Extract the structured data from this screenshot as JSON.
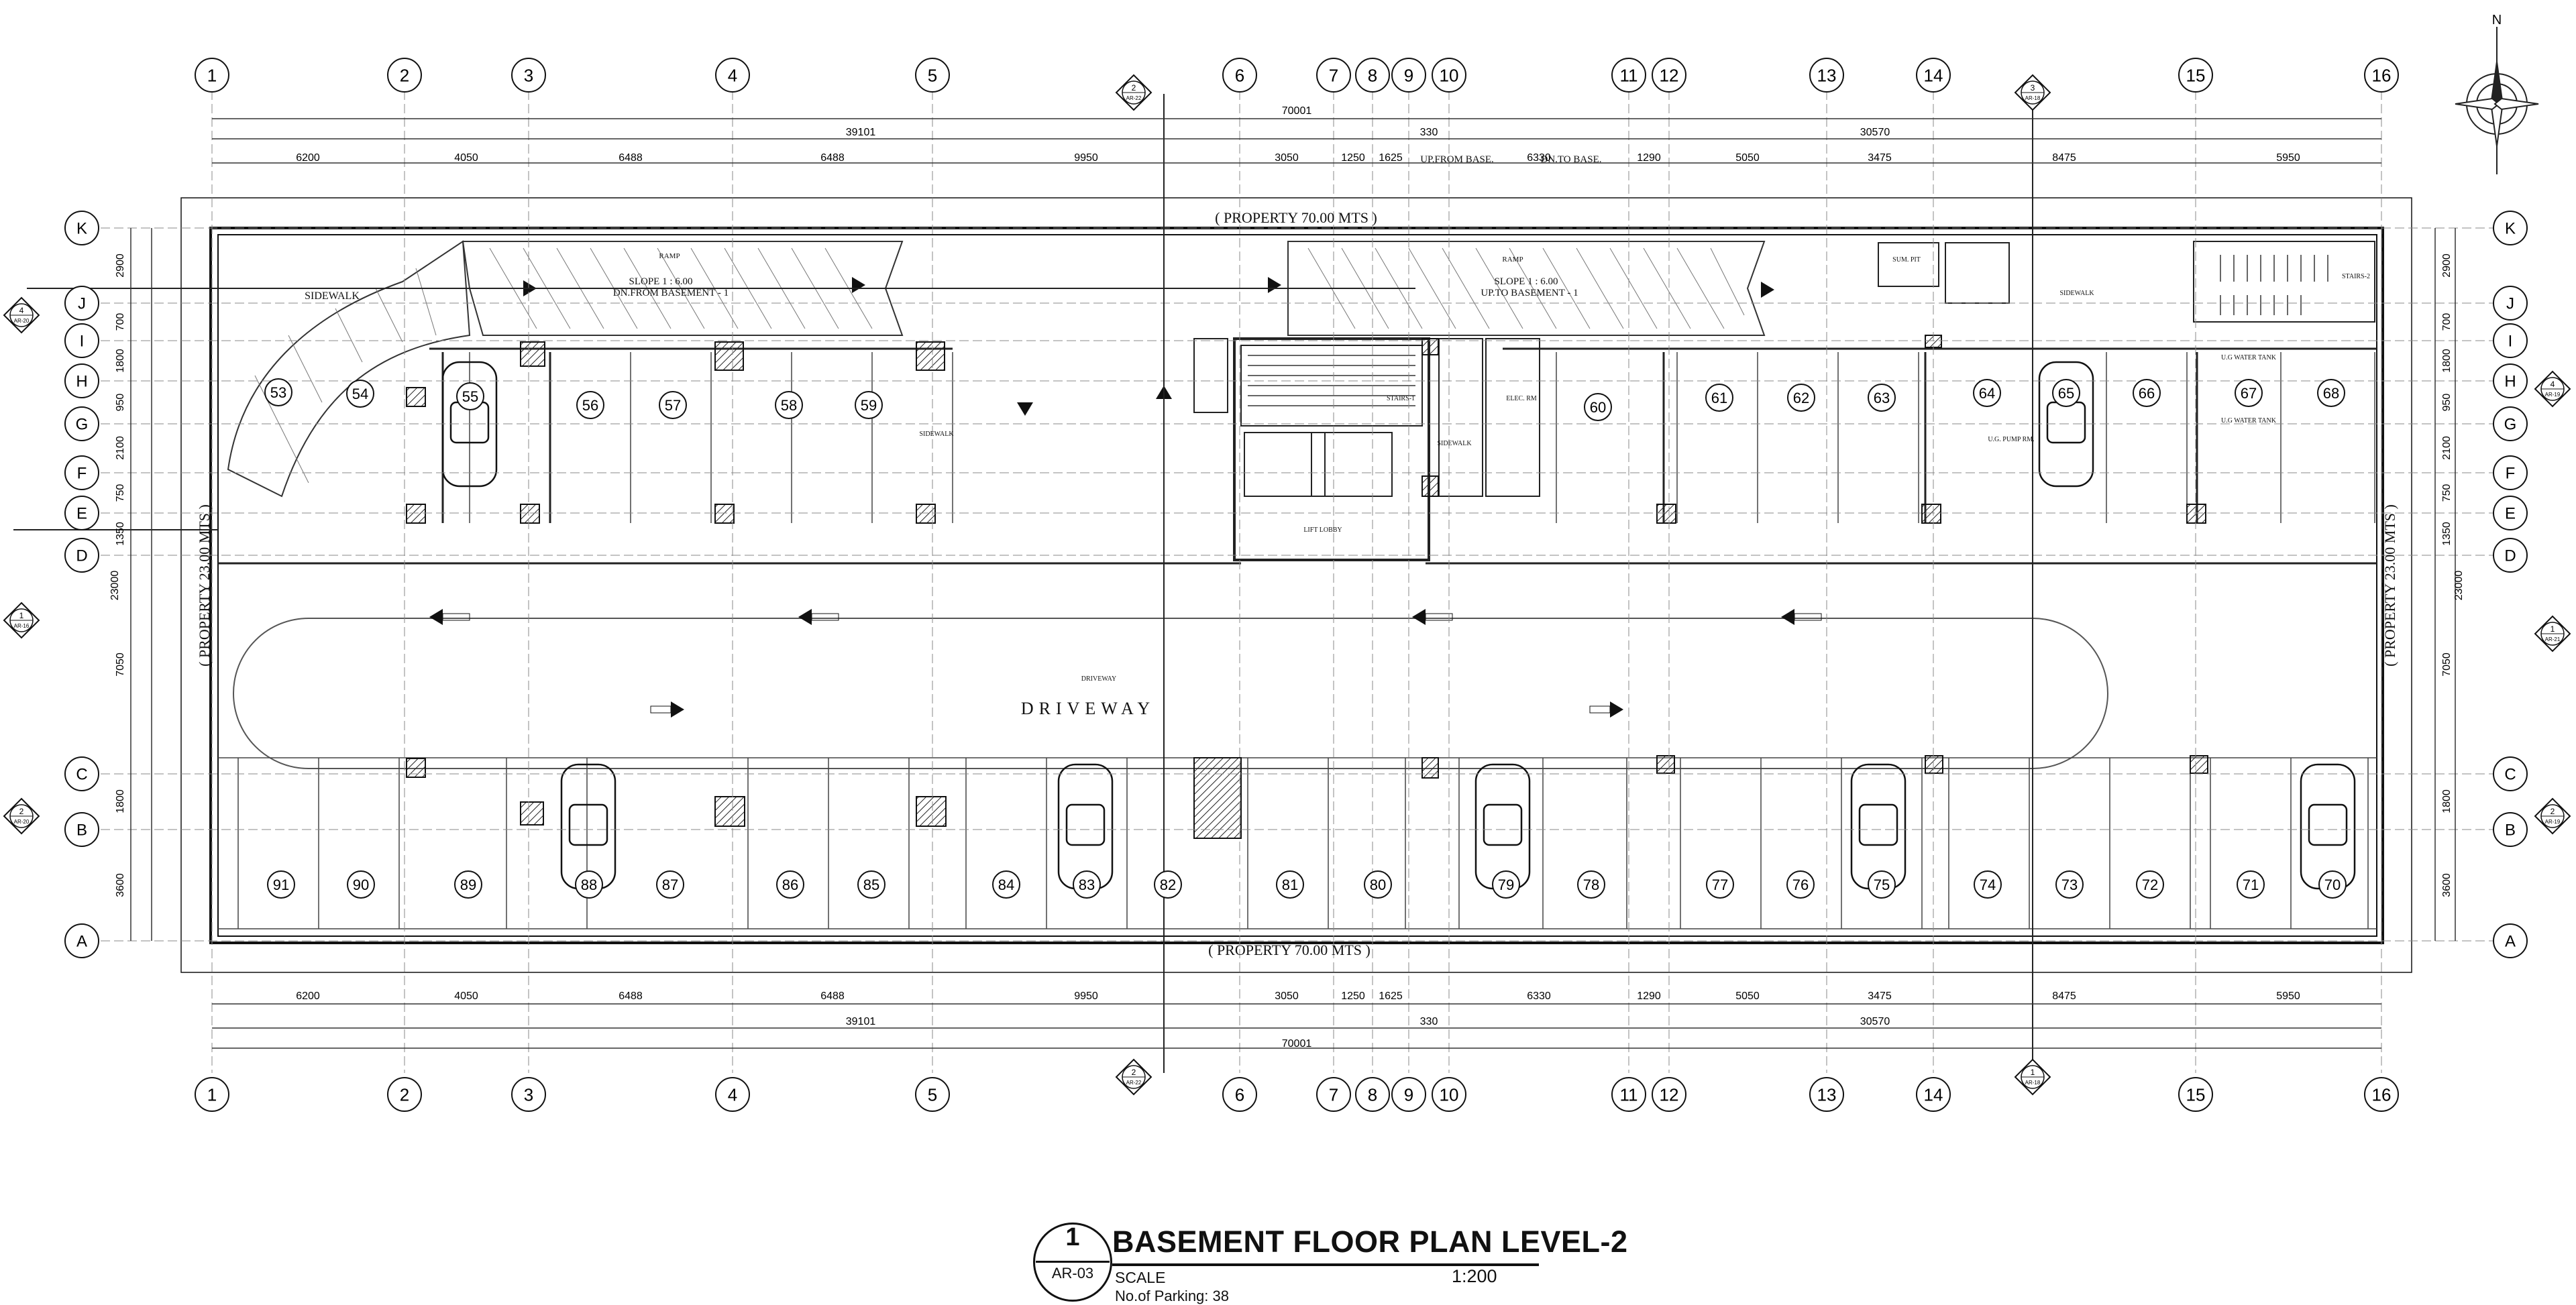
{
  "drawing": {
    "compass_north": "N",
    "property_top": "( PROPERTY 70.00 MTS )",
    "property_bottom": "( PROPERTY 70.00 MTS )",
    "property_left": "( PROPERTY 23.00 MTS )",
    "property_right": "( PROPERTY 23.00 MTS )",
    "driveway_label": "DRIVEWAY",
    "driveway_small": "DRIVEWAY",
    "ramp_left": {
      "label": "RAMP",
      "slope": "SLOPE 1 : 6.00",
      "dir": "DN.FROM BASEMENT - 1"
    },
    "ramp_right": {
      "label": "RAMP",
      "slope": "SLOPE 1 : 6.00",
      "dir": "UP.TO BASEMENT - 1"
    },
    "room_labels": {
      "sidewalk_1": "SIDEWALK",
      "sidewalk_2": "SIDEWALK",
      "sidewalk_3": "SIDEWALK",
      "sidewalk_4": "SIDEWALK",
      "stairs_1": "STAIRS-1",
      "stairs_2": "STAIRS-2",
      "elec_rm": "ELEC. RM",
      "lift_lobby": "LIFT LOBBY",
      "sump_pit": "SUM. PIT",
      "ug_pump_rm": "U.G. PUMP RM.",
      "ug_water_tank_1": "U.G WATER TANK",
      "ug_water_tank_2": "U.G WATER TANK",
      "up_from_base": "UP.FROM BASE.",
      "dn_to_base": "DN.TO BASE."
    },
    "grid_columns": [
      "1",
      "2",
      "3",
      "4",
      "5",
      "6",
      "7",
      "8",
      "9",
      "10",
      "11",
      "12",
      "13",
      "14",
      "15",
      "16"
    ],
    "grid_rows": [
      "K",
      "J",
      "I",
      "H",
      "G",
      "F",
      "E",
      "D",
      "C",
      "B",
      "A"
    ],
    "dims_top_overall": "70001",
    "dims_top_sub": [
      "39101",
      "330",
      "30570"
    ],
    "dims_top_bays": [
      "6200",
      "4050",
      "6488",
      "6488",
      "9950",
      "3050",
      "1250",
      "1625",
      "6330",
      "1290",
      "5050",
      "3475",
      "8475",
      "5950"
    ],
    "dims_bottom_overall": "70001",
    "dims_bottom_sub": [
      "39101",
      "330",
      "30570"
    ],
    "dims_bottom_bays": [
      "6200",
      "4050",
      "6488",
      "6488",
      "9950",
      "3050",
      "1250",
      "1625",
      "6330",
      "1290",
      "5050",
      "3475",
      "8475",
      "5950"
    ],
    "dims_side_rows": [
      "2900",
      "700",
      "1800",
      "950",
      "2100",
      "750",
      "1350",
      "7050",
      "1800",
      "3600"
    ],
    "dims_side_overall": "23000",
    "section_markers": [
      {
        "num": "2",
        "sheet": "AR-22"
      },
      {
        "num": "3",
        "sheet": "AR-18"
      },
      {
        "num": "4",
        "sheet": "AR-20"
      },
      {
        "num": "4",
        "sheet": "AR-19"
      },
      {
        "num": "1",
        "sheet": "AR-16"
      },
      {
        "num": "1",
        "sheet": "AR-21"
      },
      {
        "num": "2",
        "sheet": "AR-20"
      },
      {
        "num": "2",
        "sheet": "AR-19"
      },
      {
        "num": "1",
        "sheet": "AR-18"
      },
      {
        "num": "2",
        "sheet": "AR-22"
      },
      {
        "num": "3",
        "sheet": "AR-18"
      }
    ],
    "parking_top": [
      "53",
      "54",
      "55",
      "56",
      "57",
      "58",
      "59",
      "60",
      "61",
      "62",
      "63",
      "64",
      "65",
      "66",
      "67",
      "68"
    ],
    "parking_bottom": [
      "91",
      "90",
      "89",
      "88",
      "87",
      "86",
      "85",
      "84",
      "83",
      "82",
      "81",
      "80",
      "79",
      "78",
      "77",
      "76",
      "75",
      "74",
      "73",
      "72",
      "71",
      "70"
    ],
    "accent_color": "#111111",
    "hatch_color": "#222222"
  },
  "title_block": {
    "number": "1",
    "sheet": "AR-03",
    "title": "BASEMENT FLOOR PLAN LEVEL-2",
    "scale_label": "SCALE",
    "scale_value": "1:200",
    "parking_count": "No.of Parking: 38"
  }
}
